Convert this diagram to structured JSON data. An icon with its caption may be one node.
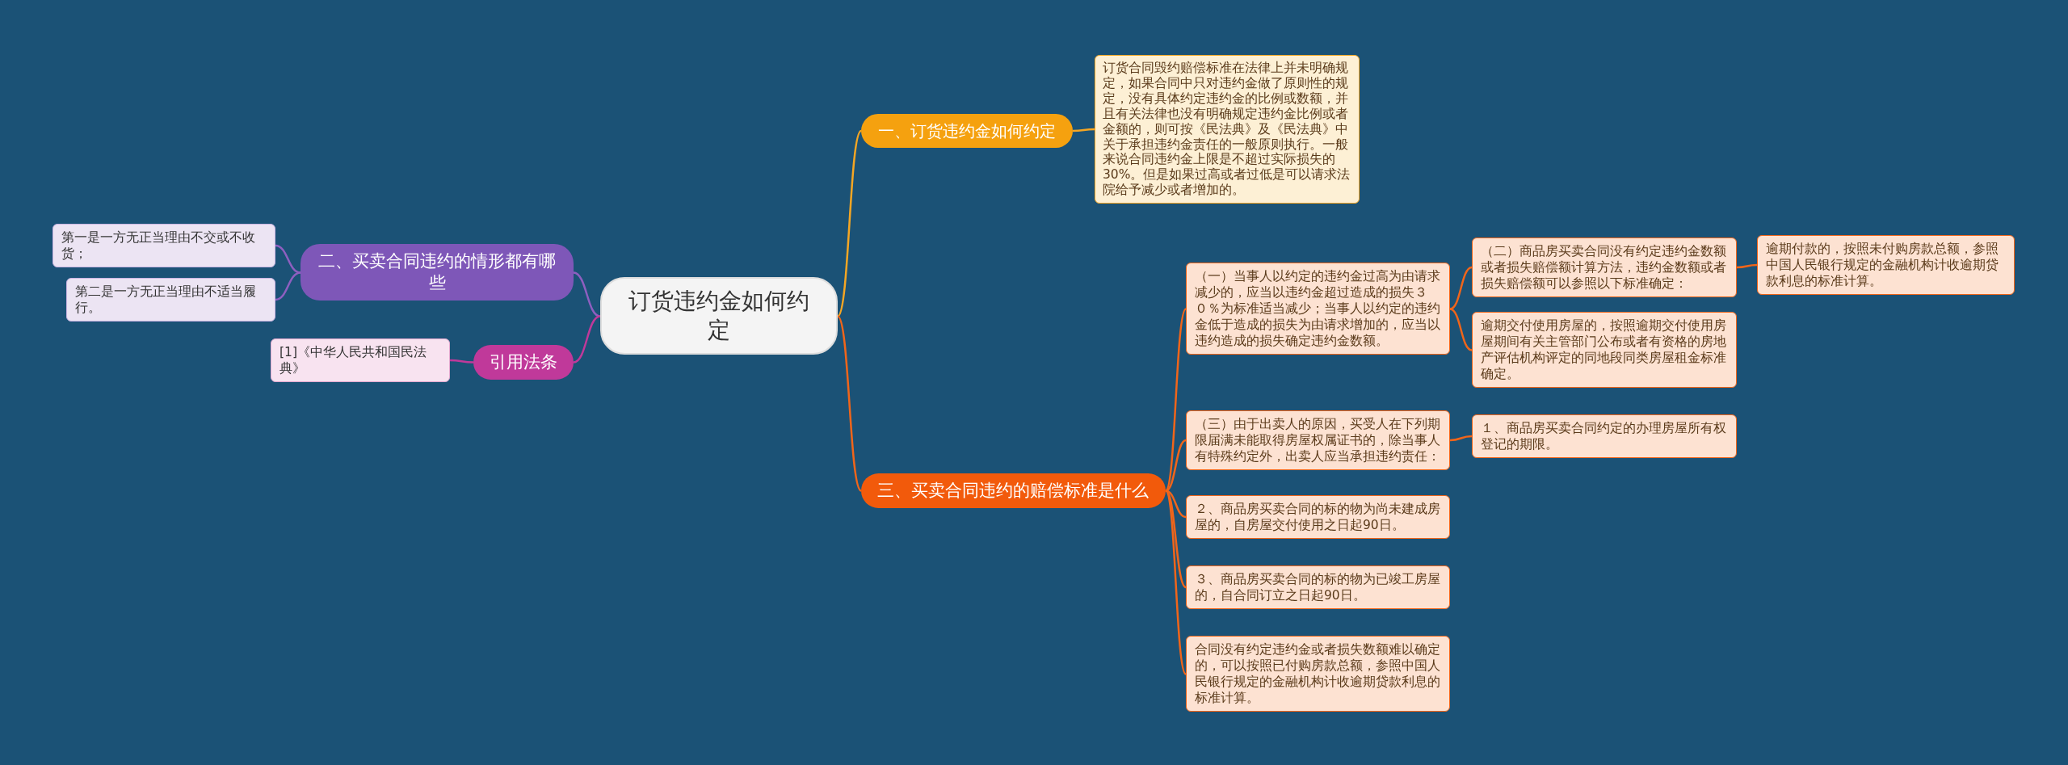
{
  "diagram": {
    "nodes": [
      {
        "text": [
          "订货违约金如何约定"
        ]
      },
      {
        "text": [
          "一、订货违约金如何约定"
        ]
      },
      {
        "text": [
          "订货合同毁约赔偿标准在法律上并未明确规定，如果合同中只对违约金做了原则性的规定，没有具体约定违约金的比例或数额，并且有关法律也没有明确规定违约金比例或者金额的，则可按《民法典》及《民法典》中关于承担违约金责任的一般原则执行。一般来说合同违约金上限是不超过实际损失的30%。但是如果过高或者过低是可以请求法院给予减少或者增加的。"
        ]
      },
      {
        "text": [
          "二、买卖合同违约的情形都有哪些"
        ]
      },
      {
        "text": [
          "第一是一方无正当理由不交或不收货；"
        ]
      },
      {
        "text": [
          "第二是一方无正当理由不适当履行。"
        ]
      },
      {
        "text": [
          "引用法条"
        ]
      },
      {
        "text": [
          "[1]《中华人民共和国民法典》"
        ]
      },
      {
        "text": [
          "三、买卖合同违约的赔偿标准是什么"
        ]
      },
      {
        "text": [
          "（一）当事人以约定的违约金过高为由请求减少的，应当以违约金超过造成的损失３０％为标准适当减少；当事人以约定的违约金低于造成的损失为由请求增加的，应当以违约造成的损失确定违约金数额。"
        ]
      },
      {
        "text": [
          "（二）商品房买卖合同没有约定违约金数额或者损失赔偿额计算方法，违约金数额或者损失赔偿额可以参照以下标准确定："
        ]
      },
      {
        "text": [
          "逾期付款的，按照未付购房款总额，参照中国人民银行规定的金融机构计收逾期贷款利息的标准计算。"
        ]
      },
      {
        "text": [
          "逾期交付使用房屋的，按照逾期交付使用房屋期间有关主管部门公布或者有资格的房地产评估机构评定的同地段同类房屋租金标准确定。"
        ]
      },
      {
        "text": [
          "（三）由于出卖人的原因，买受人在下列期限届满未能取得房屋权属证书的，除当事人有特殊约定外，出卖人应当承担违约责任："
        ]
      },
      {
        "text": [
          "１、商品房买卖合同约定的办理房屋所有权登记的期限。"
        ]
      },
      {
        "text": [
          "２、商品房买卖合同的标的物为尚未建成房屋的，自房屋交付使用之日起90日。"
        ]
      },
      {
        "text": [
          "３、商品房买卖合同的标的物为已竣工房屋的，自合同订立之日起90日。"
        ]
      },
      {
        "text": [
          "合同没有约定违约金或者损失数额难以确定的，可以按照已付购房款总额，参照中国人民银行规定的金融机构计收逾期贷款利息的标准计算。"
        ]
      }
    ],
    "edges": [
      {
        "from": 0,
        "to": 1,
        "arrow": "none",
        "color": "#f5a623"
      },
      {
        "from": 1,
        "to": 2,
        "arrow": "none",
        "color": "#f5a623"
      },
      {
        "from": 0,
        "to": 3,
        "arrow": "none",
        "color": "#8e5fc0"
      },
      {
        "from": 3,
        "to": 4,
        "arrow": "none",
        "color": "#8e5fc0"
      },
      {
        "from": 3,
        "to": 5,
        "arrow": "none",
        "color": "#8e5fc0"
      },
      {
        "from": 0,
        "to": 6,
        "arrow": "none",
        "color": "#c0399a"
      },
      {
        "from": 6,
        "to": 7,
        "arrow": "none",
        "color": "#c0399a"
      },
      {
        "from": 0,
        "to": 8,
        "arrow": "none"
      },
      {
        "from": 8,
        "to": 9,
        "arrow": "none"
      },
      {
        "from": 9,
        "to": 10,
        "arrow": "none"
      },
      {
        "from": 10,
        "to": 11,
        "arrow": "none"
      },
      {
        "from": 9,
        "to": 12,
        "arrow": "none"
      },
      {
        "from": 8,
        "to": 13,
        "arrow": "none"
      },
      {
        "from": 13,
        "to": 14,
        "arrow": "none"
      },
      {
        "from": 8,
        "to": 15,
        "arrow": "none"
      },
      {
        "from": 8,
        "to": 16,
        "arrow": "none"
      },
      {
        "from": 8,
        "to": 17,
        "arrow": "none"
      }
    ]
  }
}
